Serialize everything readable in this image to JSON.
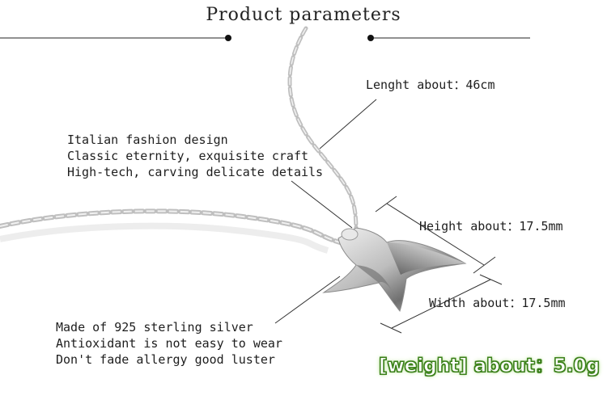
{
  "header": {
    "title": "Product parameters"
  },
  "specs": {
    "length": "Lenght about：46cm",
    "height": "Height about：17.5mm",
    "width": "Width about：17.5mm"
  },
  "design_features": [
    "Italian fashion design",
    "Classic eternity, exquisite craft",
    "High-tech, carving delicate details"
  ],
  "material_features": [
    "Made of 925 sterling silver",
    "Antioxidant is not easy to wear",
    "Don't fade allergy good luster"
  ],
  "weight_badge": "[weight] about：5.0g",
  "colors": {
    "background": "#ffffff",
    "text": "#1e1e1e",
    "silver": "#c8c8c8",
    "weight_outline": "#3a7e1a"
  }
}
